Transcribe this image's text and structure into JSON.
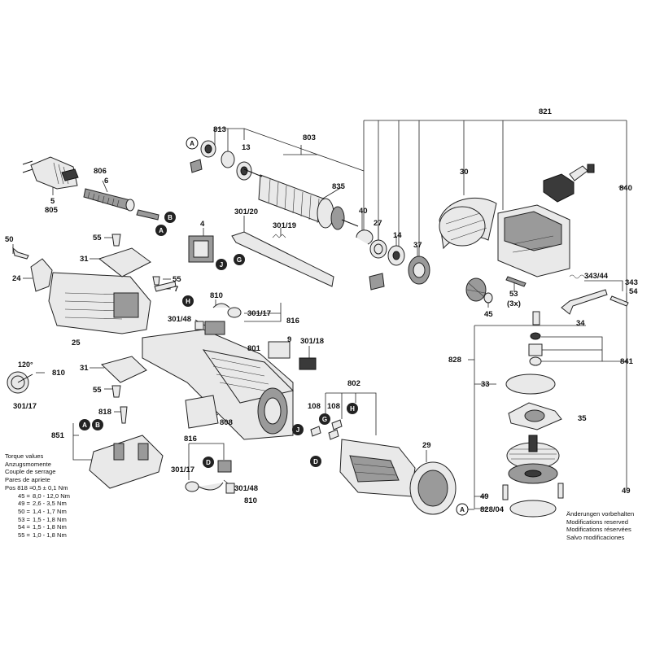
{
  "labels": {
    "p813": "813",
    "p803": "803",
    "p13": "13",
    "p835": "835",
    "p806": "806",
    "p6": "6",
    "p5": "5",
    "p805": "805",
    "p821": "821",
    "p840": "840",
    "p30": "30",
    "p40": "40",
    "p27": "27",
    "p14": "14",
    "p37": "37",
    "p4": "4",
    "p301_20": "301/20",
    "p301_19": "301/19",
    "p50": "50",
    "p55a": "55",
    "p31a": "31",
    "p24": "24",
    "p55b": "55",
    "p7": "7",
    "p810a": "810",
    "p301_48a": "301/48",
    "p301_17a": "301/17",
    "p816a": "816",
    "p9": "9",
    "p301_18": "301/18",
    "p801": "801",
    "p25": "25",
    "p343_44": "343/44",
    "p343": "343",
    "p54": "54",
    "p53": "53",
    "p53x": "(3x)",
    "p45": "45",
    "p34": "34",
    "p828": "828",
    "p841": "841",
    "p33": "33",
    "p35": "35",
    "p49a": "49",
    "p49b": "49",
    "p828_04": "828/04",
    "p120": "120°",
    "p810b": "810",
    "p301_17b": "301/17",
    "p31b": "31",
    "p55c": "55",
    "p818": "818",
    "p851": "851",
    "p808": "808",
    "p802": "802",
    "p108a": "108",
    "p108b": "108",
    "p29": "29",
    "p816b": "816",
    "p301_17c": "301/17",
    "p301_48b": "301/48",
    "p810c": "810"
  },
  "badges": {
    "A": "A",
    "B": "B",
    "D": "D",
    "G": "G",
    "H": "H",
    "J": "J"
  },
  "torque": {
    "header": [
      "Torque values",
      "Anzugsmomente",
      "Couple de serrage",
      "Pares de apriete"
    ],
    "rows": [
      {
        "pos": "Pos 818 =",
        "value": "0,5 ± 0,1 Nm"
      },
      {
        "pos": "45 =",
        "value": "8,0 - 12,0 Nm"
      },
      {
        "pos": "49 =",
        "value": "2,6 - 3,5 Nm"
      },
      {
        "pos": "50 =",
        "value": "1,4 - 1,7 Nm"
      },
      {
        "pos": "53 =",
        "value": "1,5 - 1,8 Nm"
      },
      {
        "pos": "54 =",
        "value": "1,5 - 1,8 Nm"
      },
      {
        "pos": "55 =",
        "value": "1,0 - 1,8 Nm"
      }
    ]
  },
  "changes": [
    "Änderungen vorbehalten",
    "Modifications reserved",
    "Modifications réservées",
    "Salvo modificaciones"
  ],
  "icons": [
    "bolt-icon",
    "gear-icon",
    "spring-icon",
    "o-ring-icon"
  ]
}
